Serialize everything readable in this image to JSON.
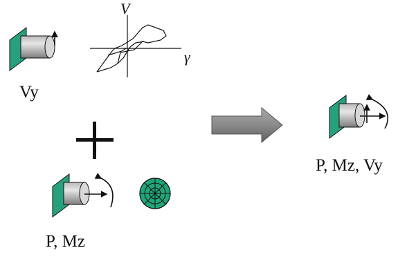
{
  "labels": {
    "vy": "Vy",
    "p_mz": "P, Mz",
    "p_mz_vy": "P, Mz, Vy"
  },
  "axes": {
    "v": "V",
    "gamma": "γ"
  },
  "colors": {
    "plate": "#27a07c",
    "cylinder_light": "#e6e6e6",
    "cylinder_dark": "#7d7d7d",
    "arrow_fill": "#7a7a7a",
    "section_fill": "#1fa678"
  }
}
